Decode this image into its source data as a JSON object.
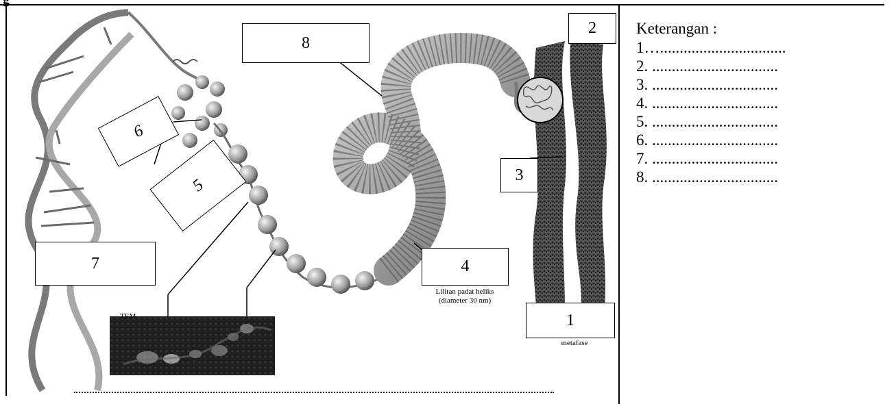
{
  "heading_fragment": "g",
  "labels": {
    "l8": "8",
    "l2": "2",
    "l6": "6",
    "l5": "5",
    "l3": "3",
    "l4": "4",
    "l7": "7",
    "l1": "1"
  },
  "captions": {
    "lilitan_line1": "Lilitan padat heliks",
    "lilitan_line2": "(diameter 30 nm)",
    "metafase": "metafase",
    "tem": "TEM",
    "diam_fragment": "(dia"
  },
  "legend": {
    "title": "Keterangan :",
    "items": [
      "1…................................",
      "2. ................................",
      "3. ................................",
      "4. ................................",
      "5. ................................",
      "6. ................................",
      "7. ................................",
      "8. ................................"
    ]
  },
  "colors": {
    "ink": "#000000",
    "figure_gray": "#8a8a8a",
    "chromosome": "#3a3a3a",
    "tem_bg": "#1e1e1e"
  }
}
